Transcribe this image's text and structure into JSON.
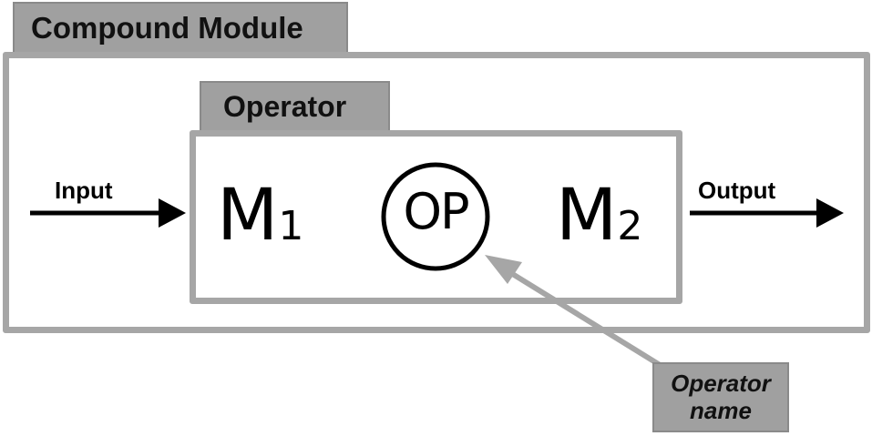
{
  "compound_module": {
    "title": "Compound Module"
  },
  "operator": {
    "title": "Operator",
    "symbol": "OP"
  },
  "left_model": {
    "letter": "M",
    "index": "1"
  },
  "right_model": {
    "letter": "M",
    "index": "2"
  },
  "input": {
    "label": "Input"
  },
  "output": {
    "label": "Output"
  },
  "callout": {
    "line1": "Operator",
    "line2": "name"
  },
  "colors": {
    "frame": "#a6a6a6",
    "tab": "#a0a0a0",
    "arrow": "#000000",
    "pointer": "#a6a6a6"
  }
}
